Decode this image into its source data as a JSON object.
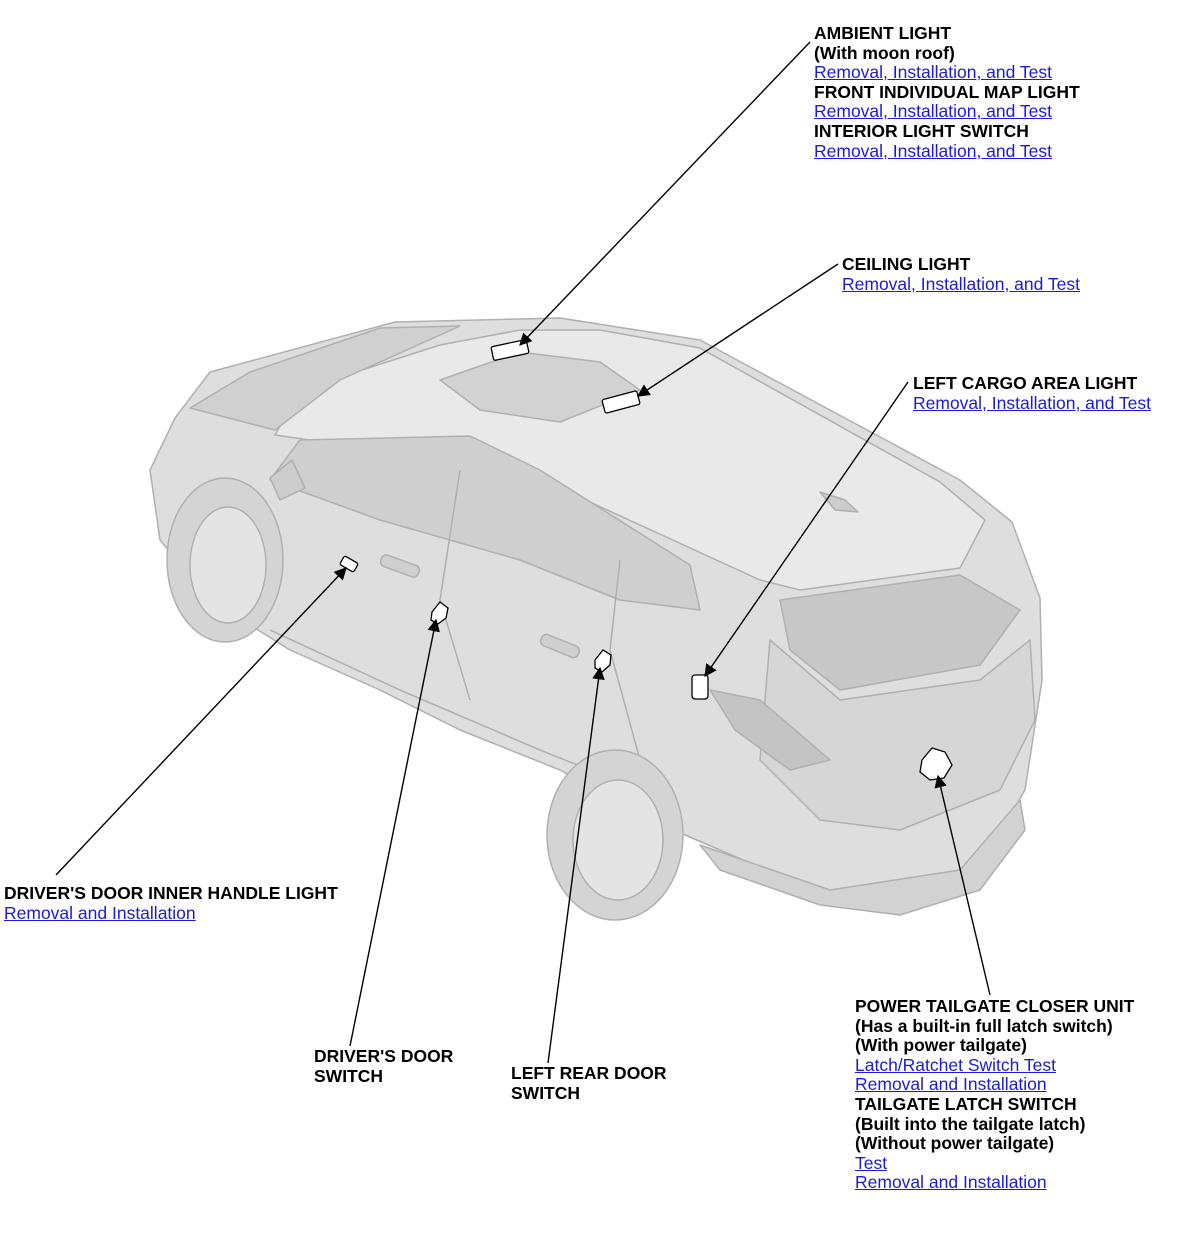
{
  "callouts": {
    "ambient": {
      "title": "AMBIENT LIGHT",
      "note": "(With moon roof)",
      "link1": "Removal, Installation, and Test",
      "title2": "FRONT INDIVIDUAL MAP LIGHT",
      "link2": "Removal, Installation, and Test",
      "title3": "INTERIOR LIGHT SWITCH",
      "link3": "Removal, Installation, and Test"
    },
    "ceiling": {
      "title": "CEILING LIGHT",
      "link": "Removal, Installation, and Test"
    },
    "cargo": {
      "title": "LEFT CARGO AREA LIGHT",
      "link": "Removal, Installation, and Test"
    },
    "handle": {
      "title": "DRIVER'S DOOR INNER HANDLE LIGHT",
      "link": "Removal and Installation"
    },
    "driver_switch": {
      "line1": "DRIVER'S DOOR",
      "line2": "SWITCH"
    },
    "rear_switch": {
      "line1": "LEFT REAR DOOR",
      "line2": "SWITCH"
    },
    "tailgate": {
      "title": "POWER TAILGATE CLOSER UNIT",
      "note1": "(Has a built-in full latch switch)",
      "note2": "(With power tailgate)",
      "link1": "Latch/Ratchet Switch Test",
      "link2": "Removal and Installation",
      "title2": "TAILGATE LATCH SWITCH",
      "note3": "(Built into the tailgate latch)",
      "note4": "(Without power tailgate)",
      "link3": "Test",
      "link4": "Removal and Installation"
    }
  },
  "colors": {
    "link": "#1a1adc",
    "text": "#000000",
    "car_body": "#dcdcdc",
    "car_outline": "#aaaaaa"
  }
}
